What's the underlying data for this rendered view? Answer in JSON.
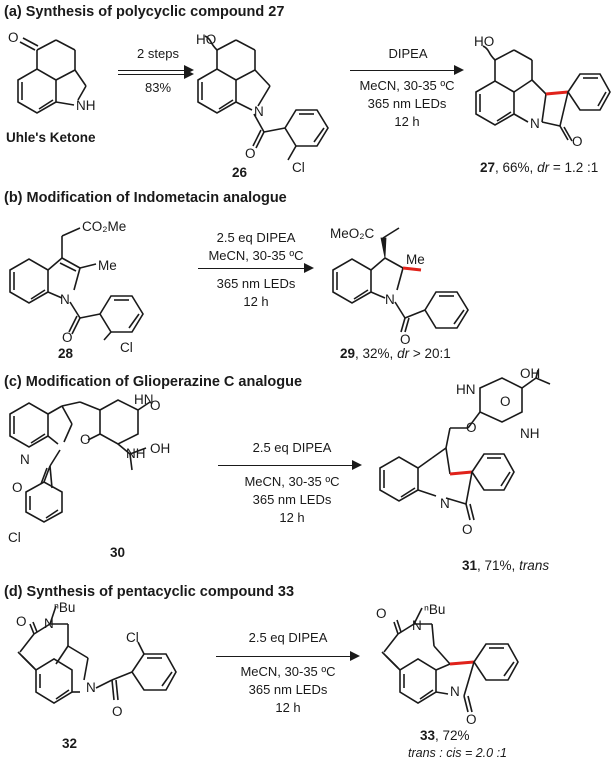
{
  "sections": {
    "a": {
      "title": "(a) Synthesis of polycyclic compound 27",
      "step_cond_top": "2 steps",
      "step_cond_bottom": "83%",
      "start_label": "Uhle's Ketone",
      "intermediate_label": "26",
      "reagent": "DIPEA",
      "solvent": "MeCN,  30-35 ºC",
      "light": "365 nm LEDs",
      "time": "12 h",
      "product_num": "27",
      "product_yield": ", 66%, ",
      "product_dr_label": "dr",
      "product_dr_value": " = 1.2 :1"
    },
    "b": {
      "title": "(b) Modification of Indometacin analogue",
      "reagent": "2.5 eq DIPEA",
      "solvent": "MeCN, 30-35 ºC",
      "light": "365 nm LEDs",
      "time": "12 h",
      "start_label": "28",
      "product_num": "29",
      "product_yield": ", 32%, ",
      "product_dr_label": "dr",
      "product_dr_value": " > 20:1"
    },
    "c": {
      "title": "(c) Modification of Glioperazine C analogue",
      "reagent": "2.5 eq DIPEA",
      "solvent": "MeCN, 30-35 ºC",
      "light": "365 nm LEDs",
      "time": "12 h",
      "start_label": "30",
      "product_num": "31",
      "product_yield": ", 71%, ",
      "product_stereo": "trans"
    },
    "d": {
      "title": "(d) Synthesis of pentacyclic compound 33",
      "reagent": "2.5 eq DIPEA",
      "solvent": "MeCN, 30-35 ºC",
      "light": "365 nm LEDs",
      "time": "12 h",
      "start_label": "32",
      "product_num": "33",
      "product_yield": ", 72%",
      "product_ratio": "trans : cis = 2.0 :1"
    }
  },
  "atoms": {
    "O": "O",
    "NH": "NH",
    "N": "N",
    "HO": "HO",
    "Cl": "Cl",
    "Me": "Me",
    "CO2Me": "CO₂Me",
    "MeO2C": "MeO₂C",
    "HN": "HN",
    "OH": "OH",
    "nBu": "ⁿBu"
  }
}
